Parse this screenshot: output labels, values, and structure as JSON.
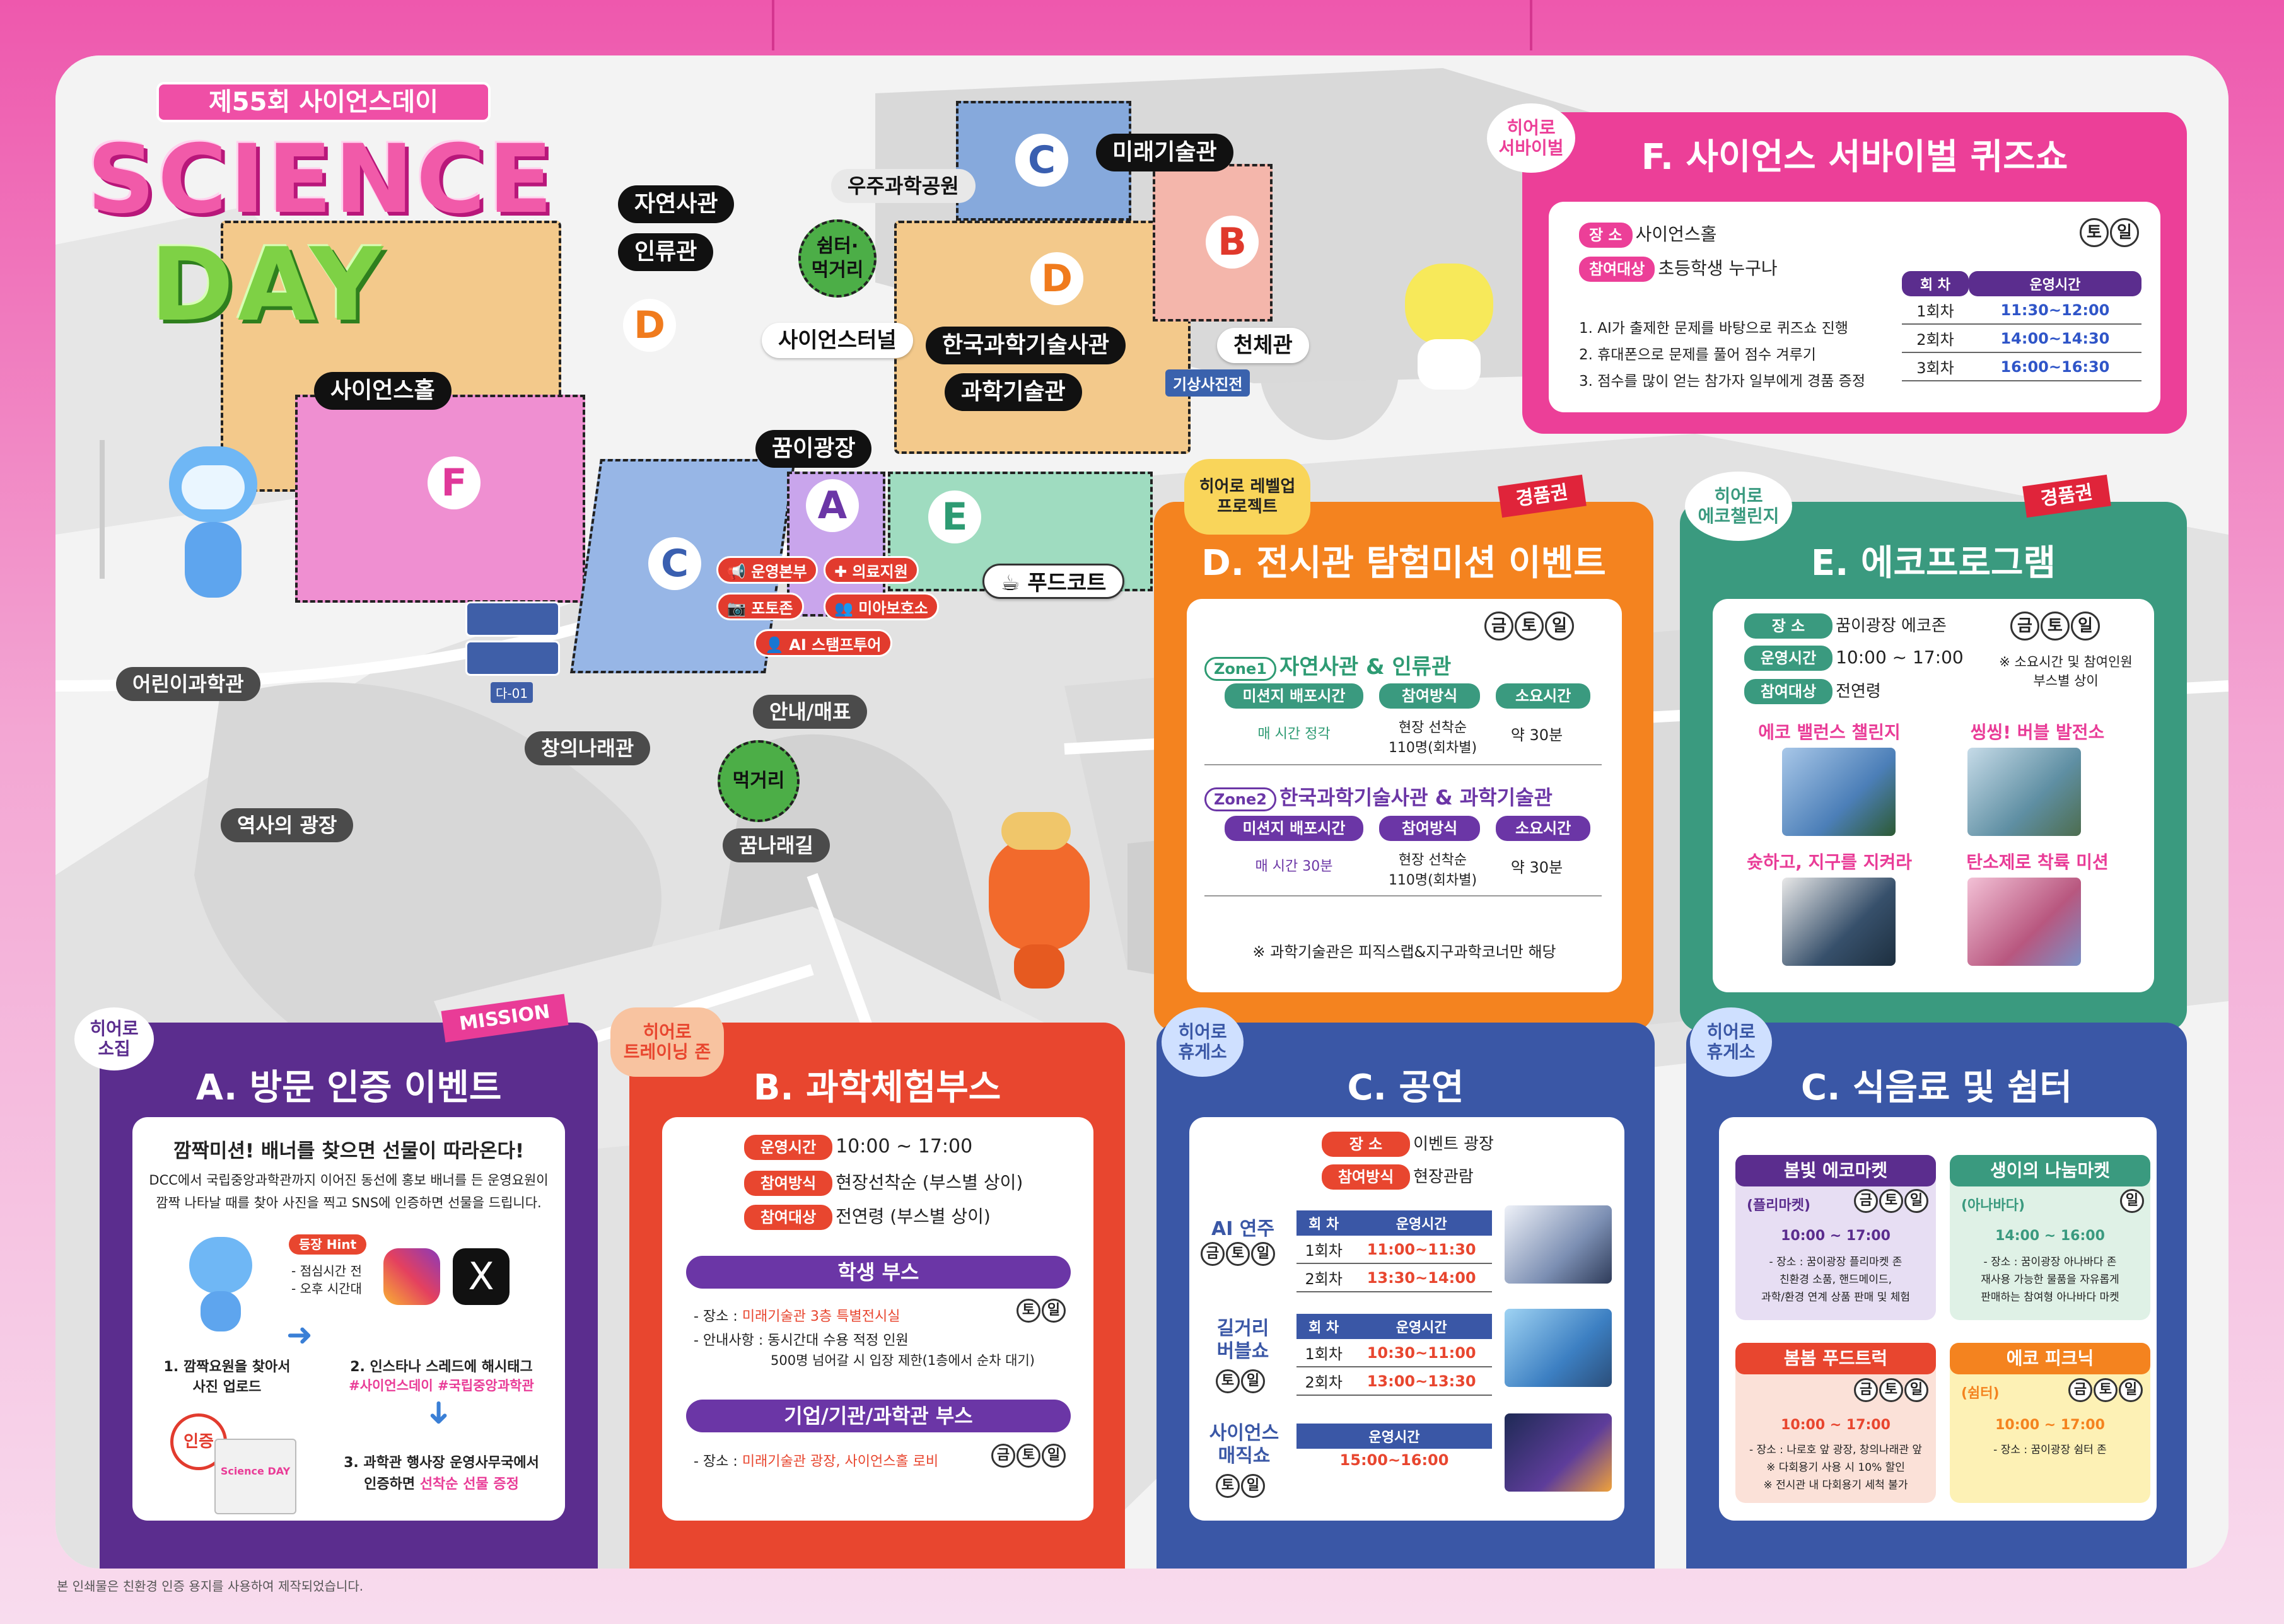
{
  "header": {
    "edition": "제55회 사이언스데이",
    "logo_line1": "SCIENCE",
    "logo_line2": "DAY"
  },
  "map": {
    "pills": {
      "natural_history": "자연사관",
      "anthropology": "인류관",
      "space_park": "우주과학공원",
      "future_tech": "미래기술관",
      "science_tunnel": "사이언스터널",
      "korea_sci_tech": "한국과학기술사관",
      "sci_tech_hall": "과학기술관",
      "planetarium": "천체관",
      "science_hall": "사이언스홀",
      "dream_plaza": "꿈이광장"
    },
    "gray_labels": {
      "childrens_hall": "어린이과학관",
      "creative_hall": "창의나래관",
      "history_plaza": "역사의 광장",
      "info_shop": "안내/매표",
      "dream_road": "꿈나래길"
    },
    "weather_photo": "기상사진전",
    "food_court": "푸드코트",
    "shelter": "쉼터·\n먹거리",
    "food_street": "먹거리",
    "bus_stop": "다-01",
    "zones": {
      "A": "A",
      "B": "B",
      "C_top": "C",
      "C_left": "C",
      "D_left": "D",
      "D_right": "D",
      "E": "E",
      "F": "F"
    },
    "badges": {
      "hq": "운영본부",
      "medical": "의료지원",
      "photo": "포토존",
      "lost_child": "미아보호소",
      "stamp": "AI 스탬프투어"
    }
  },
  "panel_f": {
    "bubble": "히어로\n서바이벌",
    "title": "F. 사이언스 서바이벌 퀴즈쇼",
    "place_tag": "장 소",
    "place": "사이언스홀",
    "target_tag": "참여대상",
    "target": "초등학생 누구나",
    "days": [
      "토",
      "일"
    ],
    "table_head": [
      "회 차",
      "운영시간"
    ],
    "rows": [
      [
        "1회차",
        "11:30~12:00"
      ],
      [
        "2회차",
        "14:00~14:30"
      ],
      [
        "3회차",
        "16:00~16:30"
      ]
    ],
    "notes": [
      "1. AI가 출제한 문제를 바탕으로 퀴즈쇼 진행",
      "2. 휴대폰으로 문제를 풀어 점수 겨루기",
      "3. 점수를 많이 얻는 참가자 일부에게 경품 증정"
    ]
  },
  "panel_d": {
    "bubble": "히어로 레벨업\n프로젝트",
    "ribbon": "경품권",
    "title": "D. 전시관 탐험미션 이벤트",
    "days": [
      "금",
      "토",
      "일"
    ],
    "zone1_tag": "Zone1",
    "zone1_title": "자연사관 & 인류관",
    "zone2_tag": "Zone2",
    "zone2_title": "한국과학기술사관 & 과학기술관",
    "heads": [
      "미션지 배포시간",
      "참여방식",
      "소요시간"
    ],
    "zone1_values": [
      "매 시간 정각",
      "현장 선착순\n110명(회차별)",
      "약 30분"
    ],
    "zone2_values": [
      "매 시간 30분",
      "현장 선착순\n110명(회차별)",
      "약 30분"
    ],
    "note": "※ 과학기술관은 피직스랩&지구과학코너만 해당"
  },
  "panel_e": {
    "bubble": "히어로\n에코챌린지",
    "ribbon": "경품권",
    "title": "E. 에코프로그램",
    "place_tag": "장 소",
    "place": "꿈이광장 에코존",
    "time_tag": "운영시간",
    "time": "10:00 ~ 17:00",
    "target_tag": "참여대상",
    "target": "전연령",
    "days": [
      "금",
      "토",
      "일"
    ],
    "note": "※ 소요시간 및 참여인원\n부스별 상이",
    "programs": [
      "에코 밸런스 챌린지",
      "씽씽! 버블 발전소",
      "슛하고, 지구를 지켜라",
      "탄소제로 착륙 미션"
    ]
  },
  "panel_a": {
    "bubble": "히어로\n소집",
    "ribbon": "MISSION",
    "title": "A. 방문 인증 이벤트",
    "headline": "깜짝미션! 배너를 찾으면 선물이 따라온다!",
    "desc1": "DCC에서 국립중앙과학관까지 이어진 동선에 홍보 배너를 든 운영요원이",
    "desc2": "깜짝 나타날 때를 찾아 사진을 찍고 SNS에 인증하면 선물을 드립니다.",
    "hint_tag": "등장 Hint",
    "hint1": "- 점심시간 전",
    "hint2": "- 오후 시간대",
    "step1": "1. 깜짝요원을 찾아서\n사진 업로드",
    "step2": "2. 인스타나 스레드에 해시태그",
    "hashtags": "#사이언스데이  #국립중앙과학관",
    "step3a": "3. 과학관 행사장 운영사무국에서",
    "step3b": "인증하면",
    "step3c": "선착순 선물 증정",
    "stamp": "인증",
    "bag_text": "Science DAY"
  },
  "panel_b": {
    "bubble": "히어로\n트레이닝 존",
    "title": "B. 과학체험부스",
    "time_tag": "운영시간",
    "time": "10:00 ~ 17:00",
    "method_tag": "참여방식",
    "method": "현장선착순 (부스별 상이)",
    "target_tag": "참여대상",
    "target": "전연령 (부스별 상이)",
    "student_bar": "학생 부스",
    "student_place_label": "- 장소 : ",
    "student_place": "미래기술관 3층 특별전시실",
    "student_days": [
      "토",
      "일"
    ],
    "student_notice1": "- 안내사항 : 동시간대 수용 적정 인원",
    "student_notice2": "500명 넘어갈 시 입장 제한(1층에서 순차 대기)",
    "corp_bar": "기업/기관/과학관 부스",
    "corp_place_label": "- 장소 : ",
    "corp_place": "미래기술관 광장, 사이언스홀 로비",
    "corp_days": [
      "금",
      "토",
      "일"
    ]
  },
  "panel_c1": {
    "bubble": "히어로\n휴게소",
    "title": "C. 공연",
    "place_tag": "장 소",
    "place": "이벤트 광장",
    "method_tag": "참여방식",
    "method": "현장관람",
    "shows": [
      {
        "name": "AI 연주",
        "days": [
          "금",
          "토",
          "일"
        ],
        "rows": [
          [
            "1회차",
            "11:00~11:30"
          ],
          [
            "2회차",
            "13:30~14:00"
          ]
        ]
      },
      {
        "name": "길거리\n버블쇼",
        "days": [
          "토",
          "일"
        ],
        "rows": [
          [
            "1회차",
            "10:30~11:00"
          ],
          [
            "2회차",
            "13:00~13:30"
          ]
        ]
      },
      {
        "name": "사이언스\n매직쇼",
        "days": [
          "토",
          "일"
        ],
        "rows": [
          [
            "",
            "15:00~16:00"
          ]
        ]
      }
    ],
    "head": [
      "회 차",
      "운영시간"
    ]
  },
  "panel_c2": {
    "bubble": "히어로\n휴게소",
    "title": "C. 식음료 및 쉼터",
    "boxes": [
      {
        "title": "봄빛 에코마켓",
        "sub": "(플리마켓)",
        "days": [
          "금",
          "토",
          "일"
        ],
        "time": "10:00 ~ 17:00",
        "lines": [
          "- 장소 : 꿈이광장 플리마켓 존",
          "친환경 소품, 핸드메이드,",
          "과학/환경 연계 상품 판매 및 체험"
        ]
      },
      {
        "title": "생이의 나눔마켓",
        "sub": "(아나바다)",
        "days": [
          "일"
        ],
        "time": "14:00 ~ 16:00",
        "lines": [
          "- 장소 : 꿈이광장 아나바다 존",
          "재사용 가능한 물품을 자유롭게",
          "판매하는 참여형 아나바다 마켓"
        ]
      },
      {
        "title": "봄봄 푸드트럭",
        "sub": "",
        "days": [
          "금",
          "토",
          "일"
        ],
        "time": "10:00 ~ 17:00",
        "lines": [
          "- 장소 : 나로호 앞 광장, 창의나래관 앞",
          "※ 다회용기 사용 시 10% 할인",
          "※ 전시관 내 다회용기 세척 불가"
        ]
      },
      {
        "title": "에코 피크닉",
        "sub": "(쉼터)",
        "days": [
          "금",
          "토",
          "일"
        ],
        "time": "10:00 ~ 17:00",
        "lines": [
          "- 장소 : 꿈이광장 쉼터 존"
        ]
      }
    ]
  },
  "footer": "본 인쇄물은 친환경 인증 용지를 사용하여 제작되었습니다.",
  "colors": {
    "pink": "#e93c97",
    "purple": "#5b2d8e",
    "orange": "#f27b20",
    "teal": "#3a9a7f",
    "red": "#e8462f",
    "blue": "#3a57a6"
  }
}
